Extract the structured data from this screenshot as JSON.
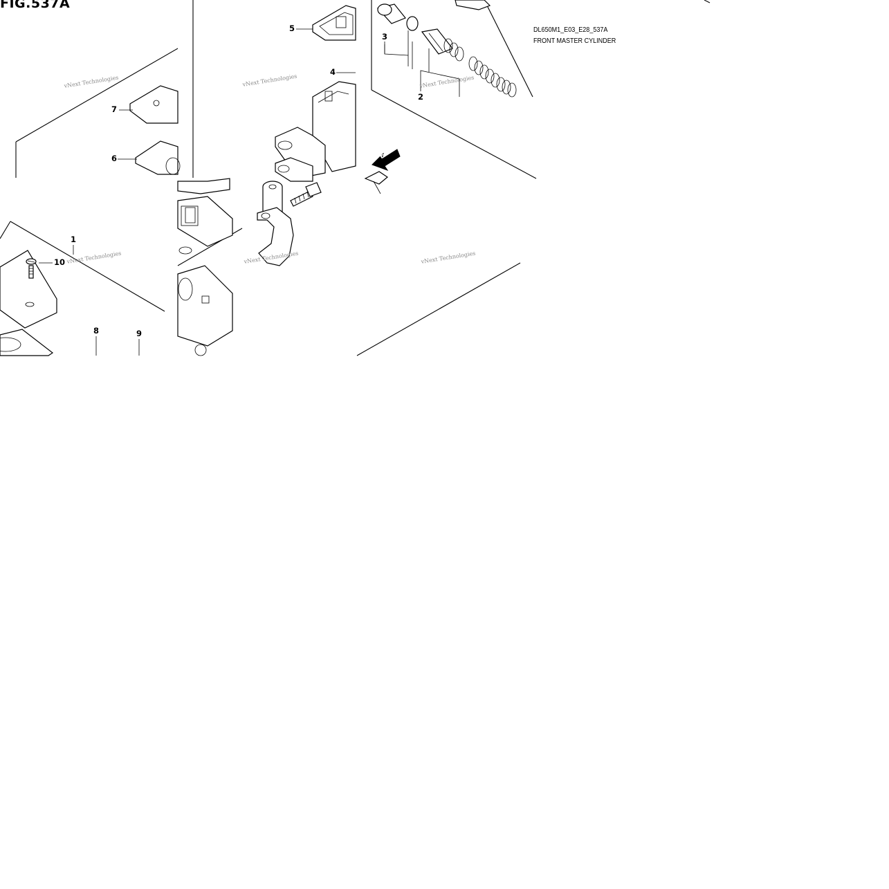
{
  "figure": {
    "title": "FIG.537A",
    "code": "DL650M1_E03_E28_537A",
    "name": "FRONT MASTER CYLINDER",
    "direction_label": "FWD"
  },
  "watermark": "vNext Technologies",
  "callouts": {
    "c1": "1",
    "c2": "2",
    "c3": "3",
    "c4": "4",
    "c5": "5",
    "c6": "6",
    "c7": "7",
    "c8": "8",
    "c9": "9",
    "c10": "10"
  }
}
